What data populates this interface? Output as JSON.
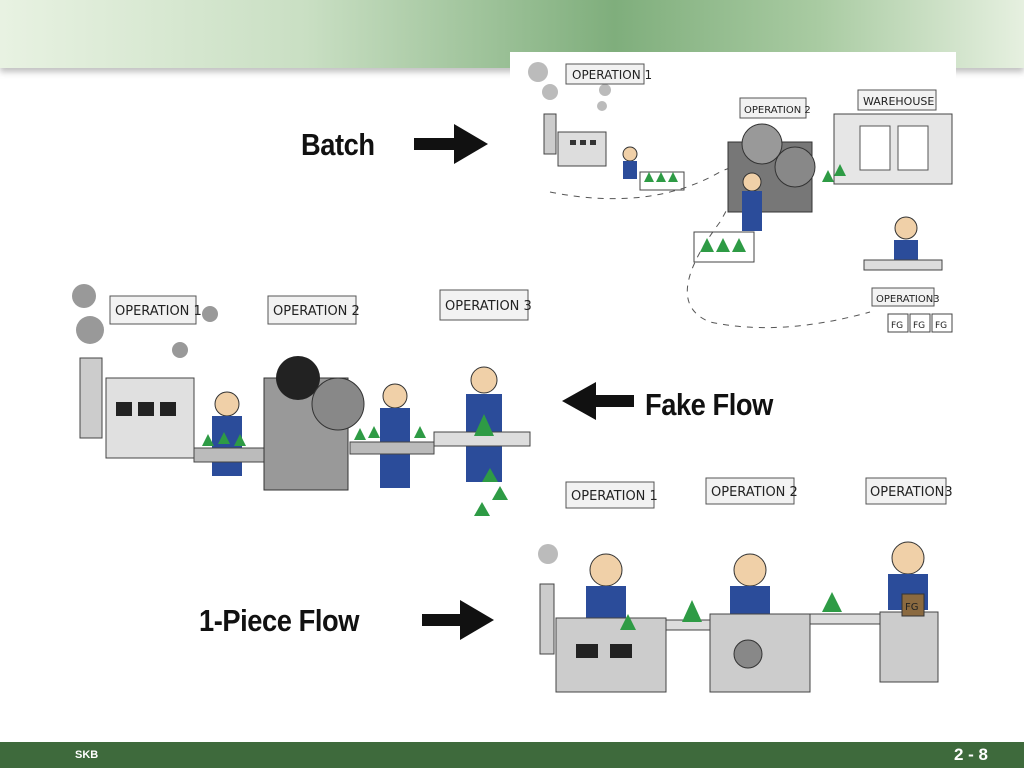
{
  "labels": {
    "batch": "Batch",
    "fake_flow": "Fake Flow",
    "one_piece": "1-Piece Flow"
  },
  "batch_scene": {
    "op1": "OPERATION 1",
    "op2": "OPERATION 2",
    "warehouse": "WAREHOUSE",
    "op3": "OPERATION3",
    "fg": "FG"
  },
  "fake_scene": {
    "op1": "OPERATION 1",
    "op2": "OPERATION 2",
    "op3": "OPERATION 3"
  },
  "one_scene": {
    "op1": "OPERATION 1",
    "op2": "OPERATION 2",
    "op3": "OPERATION3",
    "fg": "FG"
  },
  "footer": {
    "left": "SKB",
    "right": "2 - 8"
  },
  "colors": {
    "footer": "#3e6a3c",
    "band": "#7fae7c",
    "product": "#2e9b45",
    "overalls": "#2b4c9a"
  }
}
